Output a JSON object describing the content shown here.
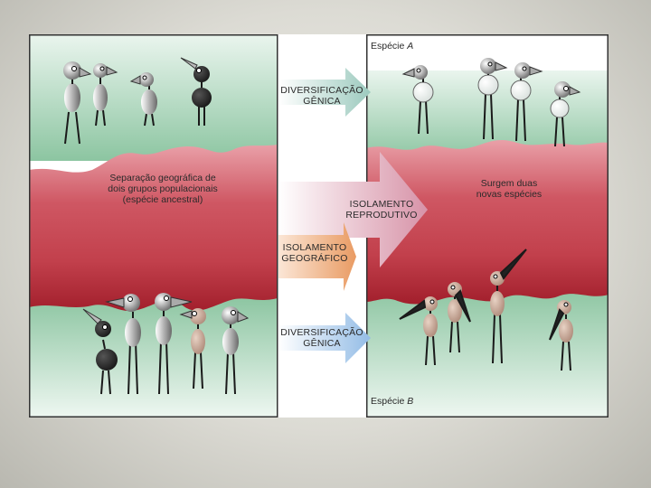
{
  "left_panel": {
    "separation_label_lines": [
      "Separação geográfica de",
      "dois grupos populacionais",
      "(espécie ancestral)"
    ]
  },
  "right_panel": {
    "species_a_prefix": "Espécie",
    "species_a_letter": "A",
    "species_b_prefix": "Espécie",
    "species_b_letter": "B",
    "new_species_lines": [
      "Surgem duas",
      "novas espécies"
    ]
  },
  "arrows": {
    "top": {
      "lines": [
        "DIVERSIFICAÇÃO",
        "GÊNICA"
      ],
      "color": "#a9cfc6"
    },
    "reproductive": {
      "lines": [
        "ISOLAMENTO",
        "REPRODUTIVO"
      ],
      "color": "#d9a3b4"
    },
    "geographic": {
      "lines": [
        "ISOLAMENTO",
        "GEOGRÁFICO"
      ],
      "color": "#e9a778"
    },
    "bottom": {
      "lines": [
        "DIVERSIFICAÇÃO",
        "GÊNICA"
      ],
      "color": "#a7c6e6"
    }
  },
  "colors": {
    "river": "#c23d48",
    "land_top": "#8fc7a3",
    "land_bottom": "#8fc7a3"
  }
}
